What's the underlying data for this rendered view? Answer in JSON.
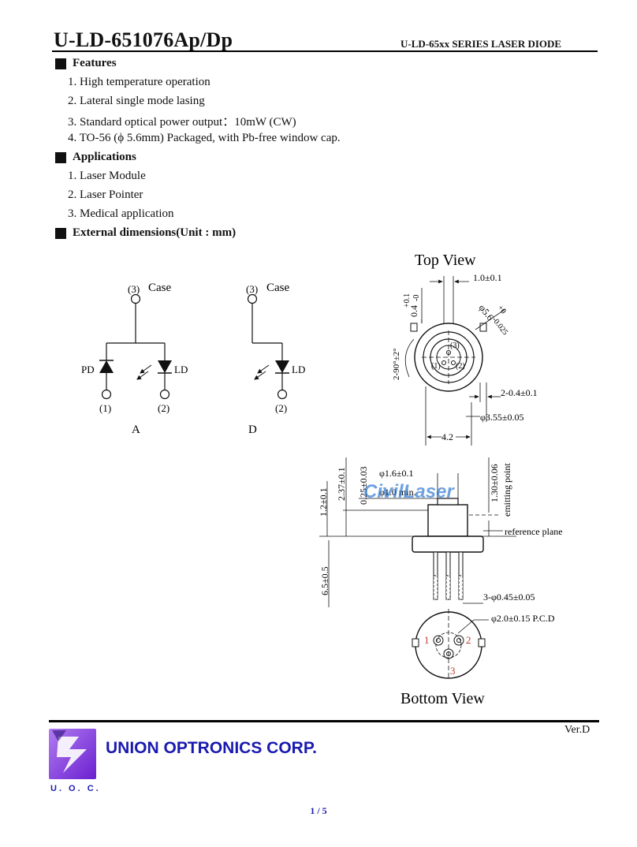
{
  "header": {
    "title": "U-LD-651076Ap/Dp",
    "series": "U-LD-65xx SERIES LASER DIODE"
  },
  "features": {
    "heading": "Features",
    "items": [
      "1. High temperature operation",
      "2. Lateral single mode lasing",
      "3. Standard optical power output：10mW (CW)",
      "4. TO-56 (ϕ 5.6mm) Packaged, with Pb-free window cap."
    ]
  },
  "applications": {
    "heading": "Applications",
    "items": [
      "1. Laser Module",
      "2. Laser Pointer",
      "3. Medical application"
    ]
  },
  "dimensions": {
    "heading": "External dimensions(Unit : mm)"
  },
  "circuit": {
    "pin3": "(3)",
    "pin1": "(1)",
    "pin2": "(2)",
    "case": "Case",
    "pd": "PD",
    "ld": "LD",
    "label_a": "A",
    "label_d": "D"
  },
  "drawing": {
    "top_view": "Top View",
    "bottom_view": "Bottom View",
    "dim_cap": "1.0±0.1",
    "dim_dia": "φ5.6",
    "dim_dia_tol_plus": "+0",
    "dim_dia_tol_minus": "-0.025",
    "dim_04": "0.4",
    "dim_04_tol_plus": "+0.1",
    "dim_04_tol_minus": "-0",
    "dim_angle": "2-90°±2°",
    "dim_notch": "2-0.4±0.1",
    "dim_355": "φ3.55±0.05",
    "dim_42": "4.2",
    "top_pin3": "(3)",
    "top_pin1": "(1)",
    "top_pin2": "(2)",
    "dim_16": "φ1.6±0.1",
    "dim_10": "φ1.0 min.",
    "dim_025": "0.25±0.03",
    "dim_237": "2.37±0.1",
    "dim_12": "1.2±0.1",
    "dim_130": "1.30±0.06",
    "emitting_point": "emitting point",
    "reference_plane": "reference plane",
    "dim_65": "6.5±0.5",
    "dim_pins": "3-φ0.45±0.05",
    "dim_pcd": "φ2.0±0.15 P.C.D",
    "bot_pin1": "1",
    "bot_pin2": "2",
    "bot_pin3": "3",
    "watermark": "CivilLaser"
  },
  "footer": {
    "version": "Ver.D",
    "company": "UNION OPTRONICS CORP.",
    "abbr": "U. O. C.",
    "page": "1 / 5"
  },
  "colors": {
    "brand_blue": "#1a1ab0",
    "logo_purple": "#7d2fd9",
    "watermark_blue": "#1e6fd0",
    "pin_red": "#c0392b"
  }
}
